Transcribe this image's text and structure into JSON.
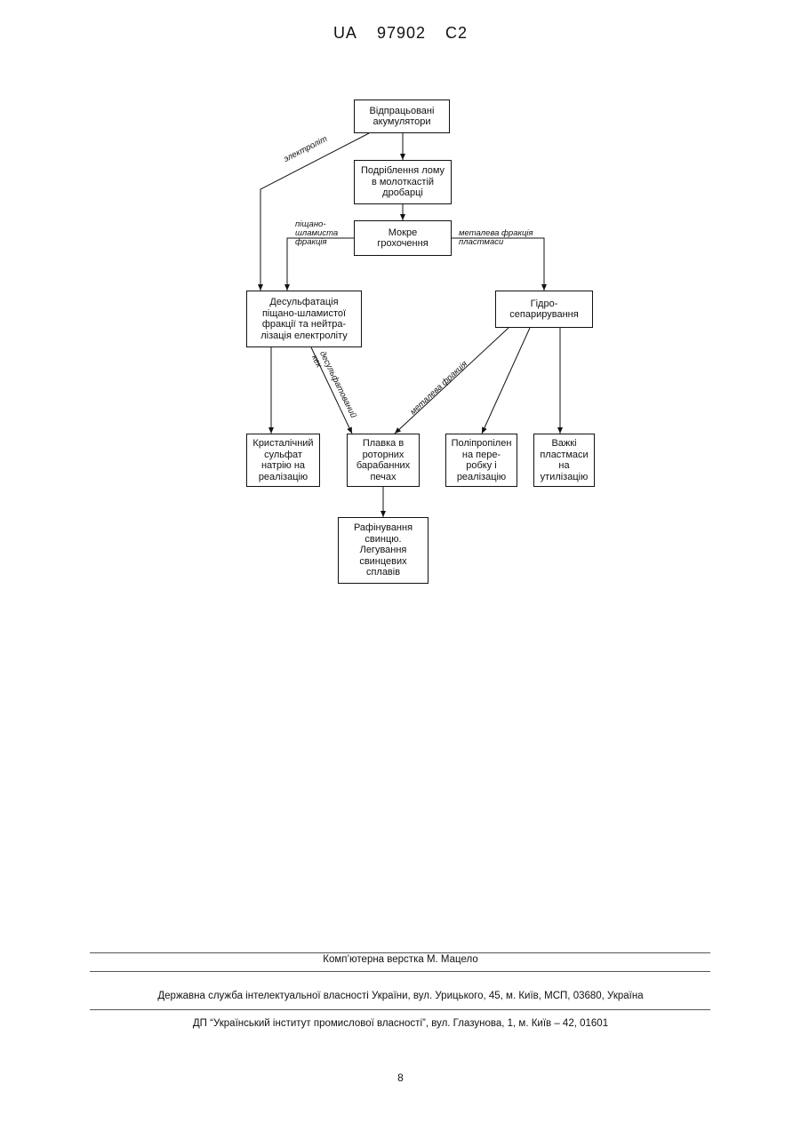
{
  "header": {
    "country": "UA",
    "number": "97902",
    "kind": "C2"
  },
  "nodes": {
    "n1": [
      "Відпрацьовані",
      "акумулятори"
    ],
    "n2": [
      "Подріблення лому",
      "в молоткастій",
      "дробарці"
    ],
    "n3": [
      "Мокре",
      "грохочення"
    ],
    "n4": [
      "Десульфатація",
      "піщано-шламистої",
      "фракції та нейтра-",
      "лізація електроліту"
    ],
    "n5": [
      "Гідро-",
      "сепарирування"
    ],
    "n6": [
      "Кристалічний",
      "сульфат",
      "натрію на",
      "реалізацію"
    ],
    "n7": [
      "Плавка в",
      "роторних",
      "барабанних",
      "печах"
    ],
    "n8": [
      "Поліпропілен",
      "на пере-",
      "робку і",
      "реалізацію"
    ],
    "n9": [
      "Важкі",
      "пластмаси",
      "на",
      "утилізацію"
    ],
    "n10": [
      "Рафінування",
      "свинцю.",
      "Легування",
      "свинцевих",
      "сплавів"
    ]
  },
  "edge_labels": {
    "electrolyte": "электроліт",
    "sand_fraction": [
      "піщано-",
      "шламиста",
      "фракція"
    ],
    "metal_plastic": [
      "металева фракція",
      "пластмаси"
    ],
    "desulf_cake": [
      "десульфатований",
      "кек"
    ],
    "metal_fraction": "металева фракція"
  },
  "footer": {
    "layout": "Комп’ютерна верстка М. Мацело",
    "service": "Державна служба інтелектуальної власності України, вул. Урицького, 45, м. Київ, МСП, 03680, Україна",
    "institute": "ДП “Український інститут промислової власності”, вул. Глазунова, 1, м. Київ – 42, 01601"
  },
  "page_number": "8"
}
